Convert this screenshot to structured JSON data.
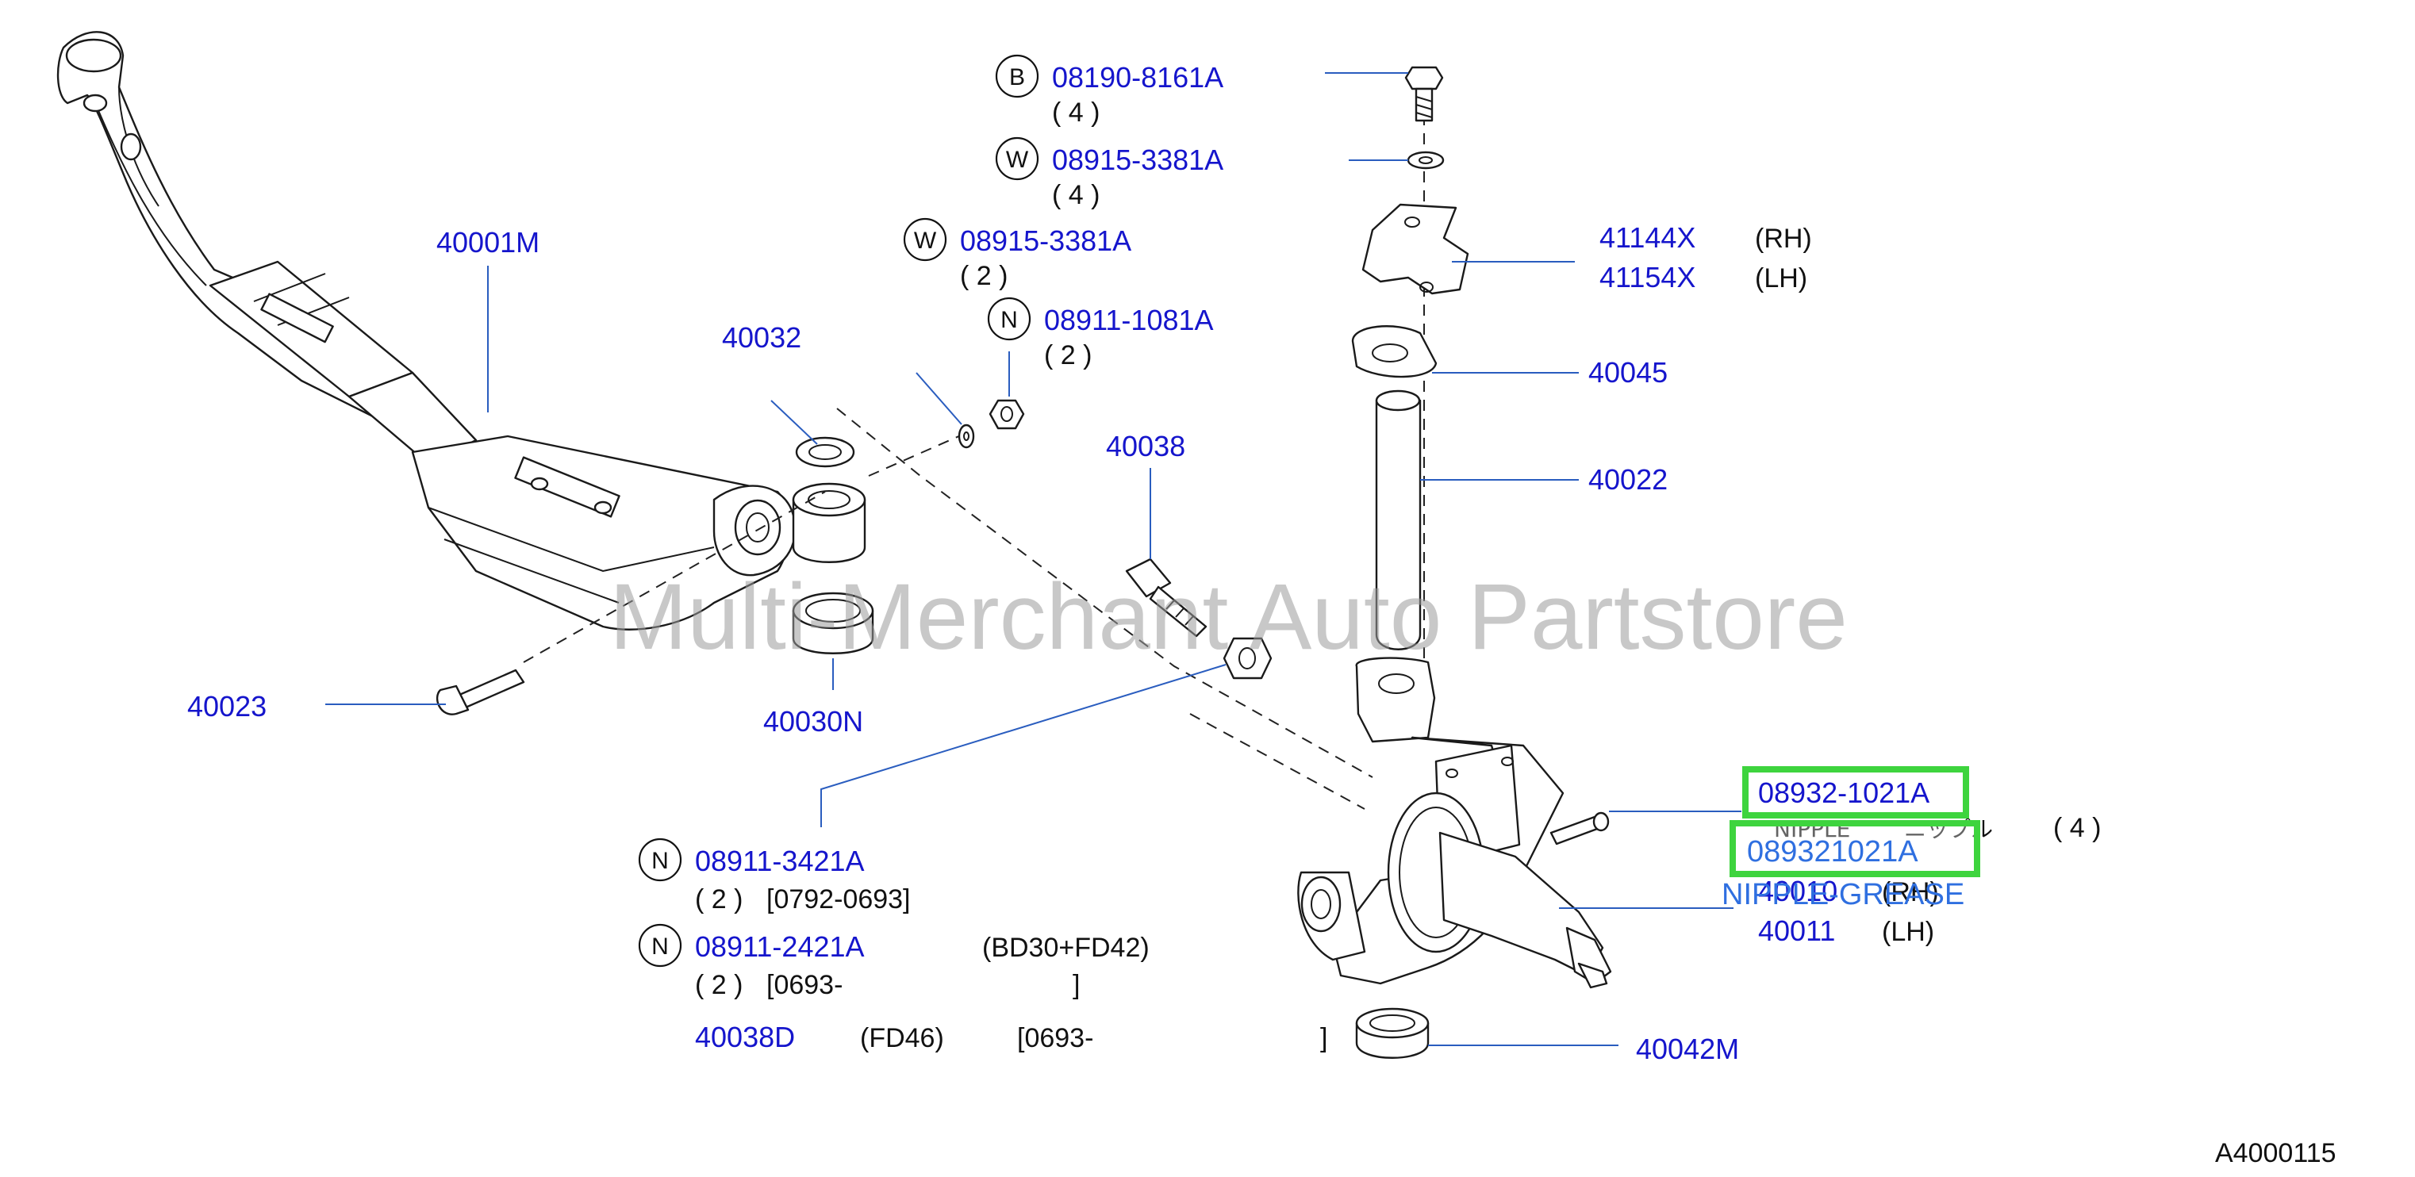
{
  "watermark": "Multi-Merchant Auto Partstore",
  "diagram_code": "A4000115",
  "callouts": {
    "b1": {
      "letter": "B",
      "part": "08190-8161A",
      "qty": "( 4 )"
    },
    "w1": {
      "letter": "W",
      "part": "08915-3381A",
      "qty": "( 4 )"
    },
    "w2": {
      "letter": "W",
      "part": "08915-3381A",
      "qty": "( 2 )"
    },
    "n1": {
      "letter": "N",
      "part": "08911-1081A",
      "qty": "( 2 )"
    },
    "n2": {
      "letter": "N",
      "part": "08911-3421A",
      "qty": "( 2 )",
      "date": "[0792-0693]"
    },
    "n3": {
      "letter": "N",
      "part": "08911-2421A",
      "qty": "( 2 )",
      "date": "[0693-",
      "date_end": "]",
      "note": "(BD30+FD42)"
    }
  },
  "parts": {
    "p40001M": "40001M",
    "p40032": "40032",
    "p40038": "40038",
    "p40023": "40023",
    "p40030N": "40030N",
    "p41144X": "41144X",
    "p41144X_side": "(RH)",
    "p41154X": "41154X",
    "p41154X_side": "(LH)",
    "p40045": "40045",
    "p40022": "40022",
    "p40010": "40010",
    "p40010_side": "(RH)",
    "p40011": "40011",
    "p40011_side": "(LH)",
    "p40042M": "40042M",
    "p40038D": "40038D",
    "p40038D_note": "(FD46)",
    "p40038D_date": "[0693-",
    "p40038D_date_end": "]"
  },
  "nipple": {
    "part": "08932-1021A",
    "desc": "NIPPLE",
    "desc_jp": "ニップル",
    "qty": "( 4 )",
    "overlay_part": "089321021A",
    "overlay_desc": "NIPPLE-GREASE"
  },
  "colors": {
    "label": "#1515cc",
    "highlight": "#3ed43e",
    "leader": "#2a5dbf"
  }
}
